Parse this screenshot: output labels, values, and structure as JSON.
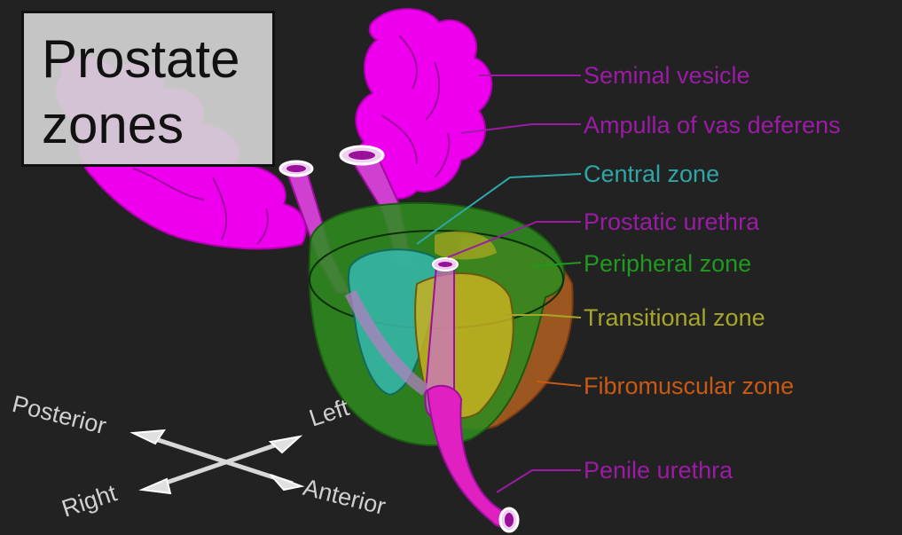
{
  "title": {
    "line1": "Prostate",
    "line2": "zones"
  },
  "labels": [
    {
      "id": "seminal-vesicle",
      "text": "Seminal vesicle",
      "color": "#9c1ba6"
    },
    {
      "id": "ampulla",
      "text": "Ampulla of vas deferens",
      "color": "#9c1ba6"
    },
    {
      "id": "central-zone",
      "text": "Central zone",
      "color": "#2fa6a6"
    },
    {
      "id": "prostatic-urethra",
      "text": "Prostatic urethra",
      "color": "#9c1ba6"
    },
    {
      "id": "peripheral-zone",
      "text": "Peripheral zone",
      "color": "#1f9a1f"
    },
    {
      "id": "transitional-zone",
      "text": "Transitional zone",
      "color": "#a6a62a"
    },
    {
      "id": "fibromuscular-zone",
      "text": "Fibromuscular zone",
      "color": "#c85a14"
    },
    {
      "id": "penile-urethra",
      "text": "Penile urethra",
      "color": "#9c1ba6"
    }
  ],
  "directions": {
    "posterior": "Posterior",
    "left": "Left",
    "right": "Right",
    "anterior": "Anterior"
  },
  "colors": {
    "background": "#222222",
    "seminal_vesicle": "#ee00ee",
    "peripheral_zone": "#2e8b1f",
    "central_zone": "#35b6a6",
    "transitional_zone": "#c8b020",
    "fibromuscular_zone": "#b0601e",
    "urethra": "#e020c0"
  }
}
